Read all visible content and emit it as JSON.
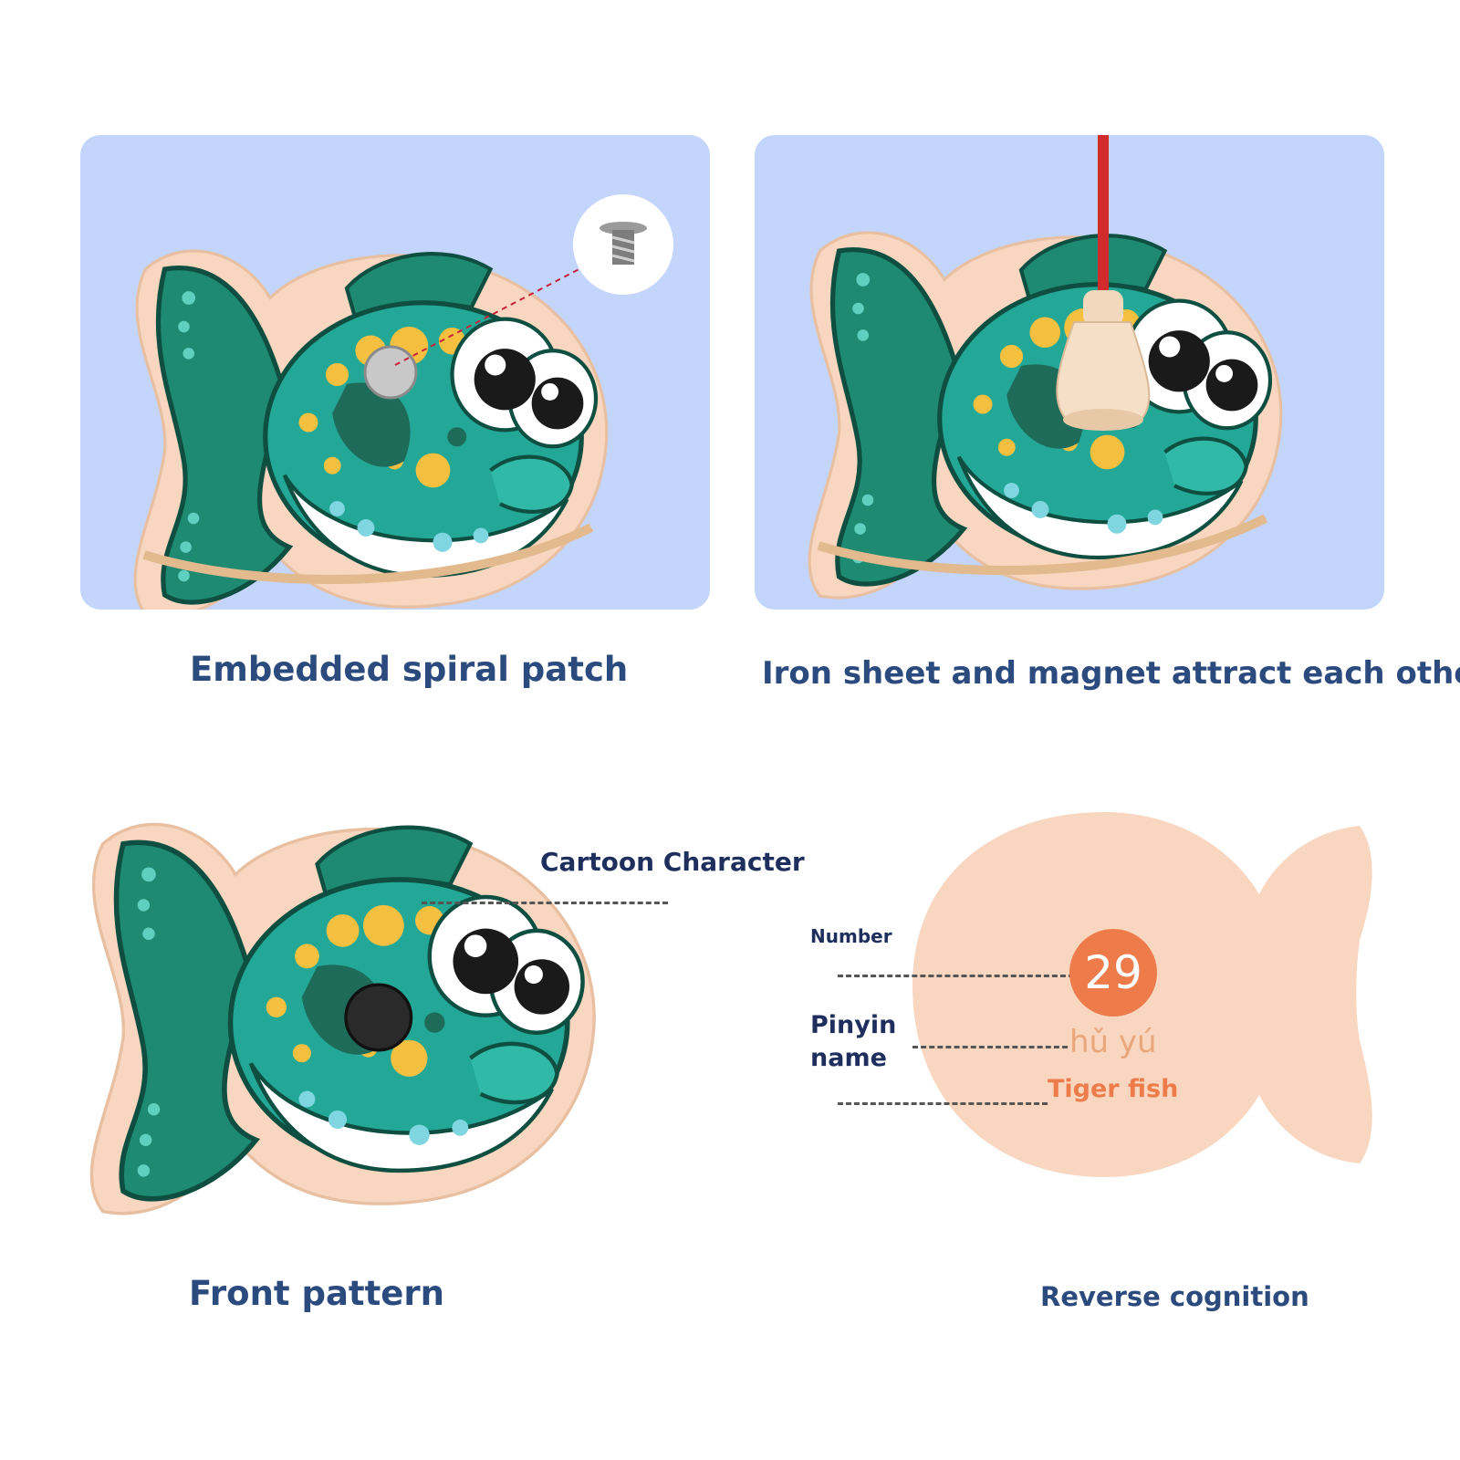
{
  "captions": {
    "top_left": "Embedded spiral patch",
    "top_right": "Iron sheet and magnet attract each other",
    "bottom_left": "Front pattern",
    "bottom_right": "Reverse cognition"
  },
  "front_labels": {
    "cartoon": "Cartoon Character"
  },
  "reverse_labels": {
    "number": "Number",
    "pinyin_name": "Pinyin name"
  },
  "card_back": {
    "number": "29",
    "pinyin": "hǔ yú",
    "name": "Tiger fish"
  },
  "colors": {
    "panel_bg": "#c3d5fb",
    "wood": "#f8d6bf",
    "fish_teal": "#23a898",
    "fish_dark": "#1e6b5a",
    "spot_yellow": "#f5c03f",
    "caption_blue": "#2b4a7e",
    "number_orange": "#ee7c4a"
  }
}
